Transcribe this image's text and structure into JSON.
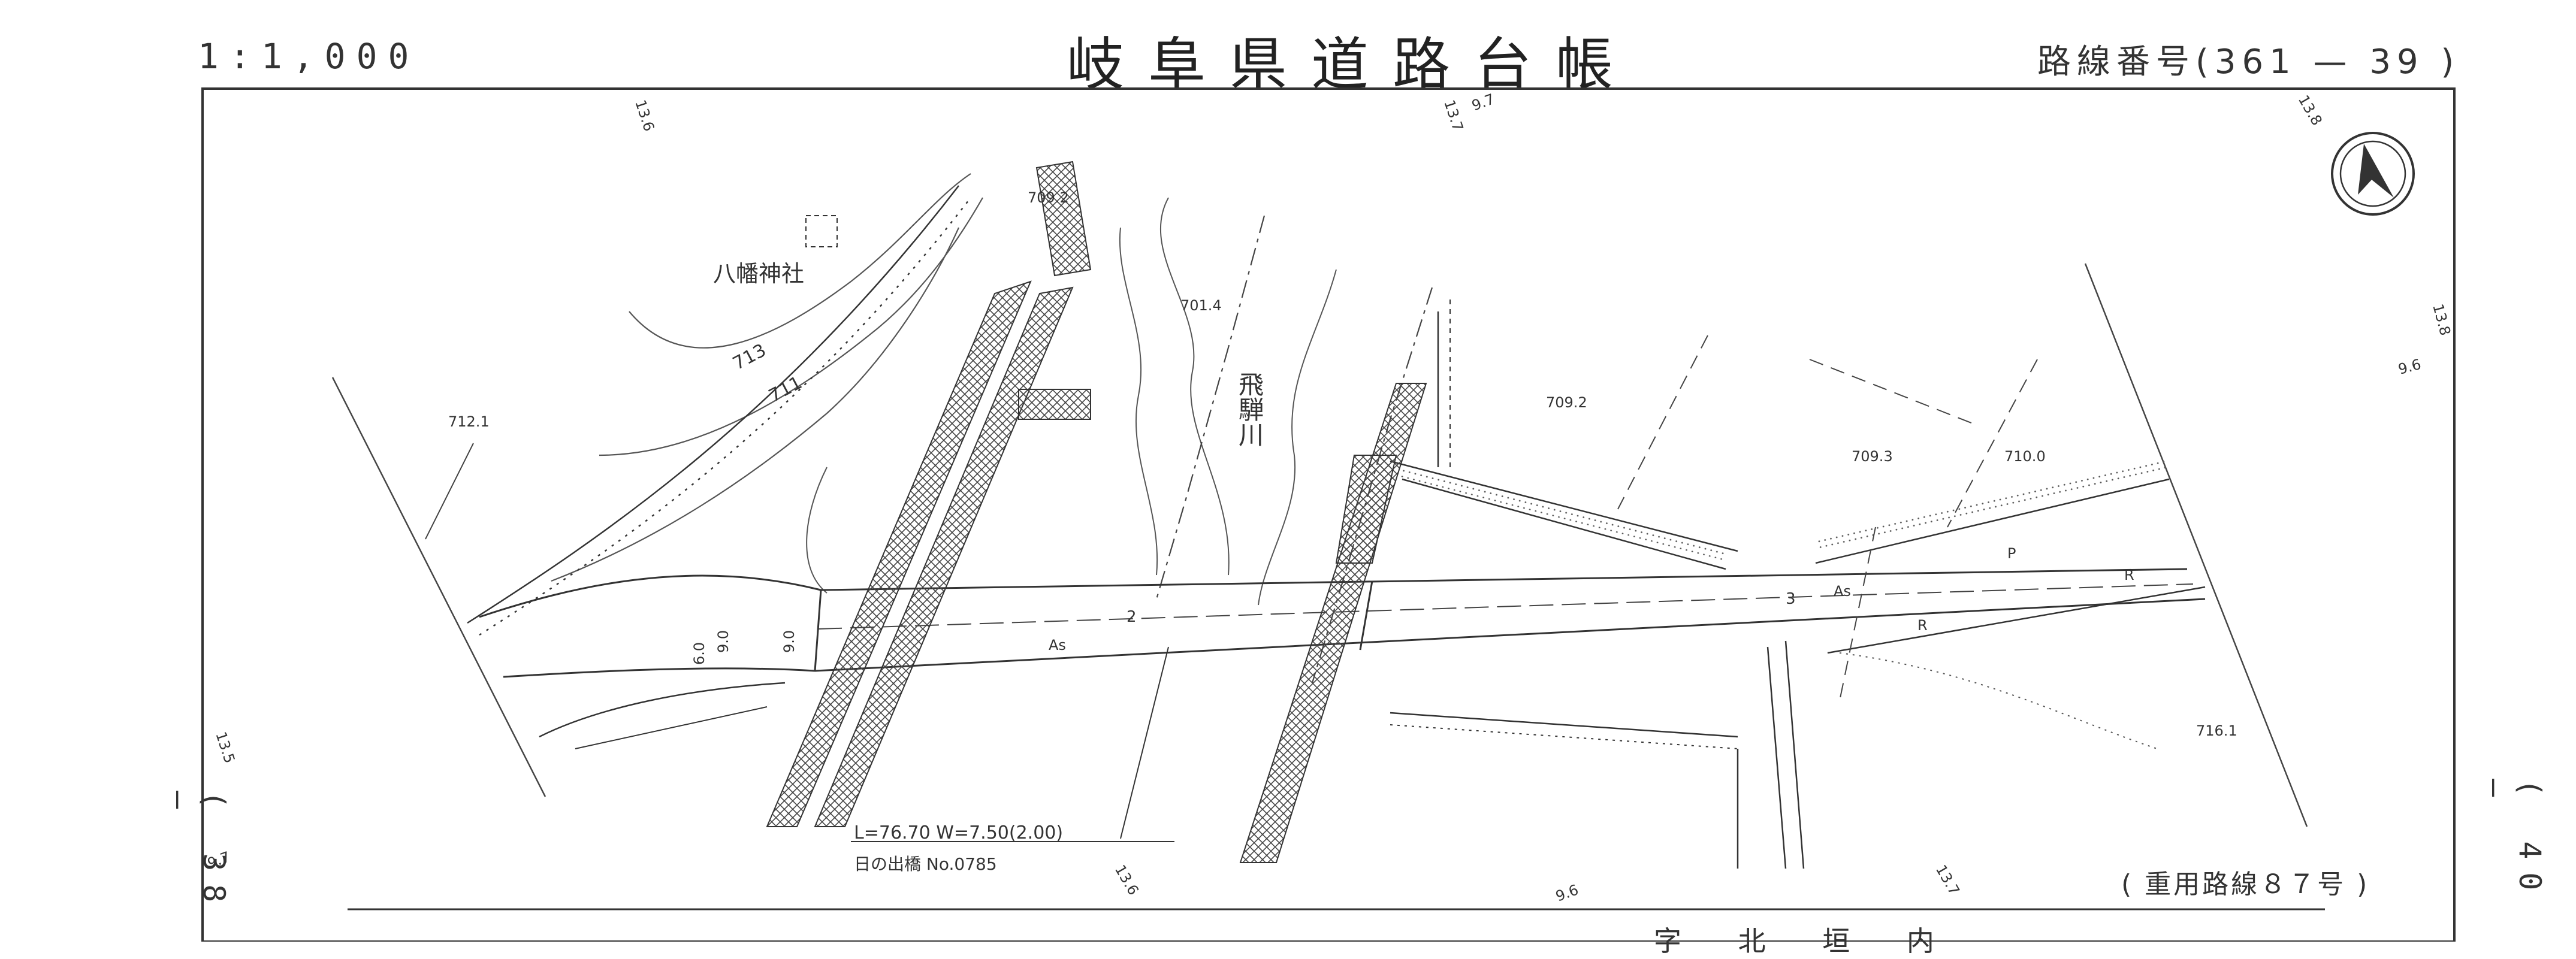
{
  "header": {
    "scale": "1:1,000",
    "title": "岐阜県道路台帳",
    "route": "路線番号(361 — 39 )"
  },
  "sheets": {
    "left": "( 38 —",
    "right": "( 40 —"
  },
  "footnote": "( 重用路線８７号 )",
  "bottom_place": "字 北 垣 内",
  "map": {
    "shrine": "八幡神社",
    "river": "飛騨川",
    "bridge": {
      "dims": "L=76.70   W=7.50(2.00)",
      "name_line": "日の出橋        No.0785"
    },
    "elevations": [
      "709.2",
      "701.4",
      "712.1",
      "709.2",
      "709.3",
      "710.0",
      "716.1"
    ],
    "contours": [
      "713",
      "711"
    ],
    "widths": [
      "6.0",
      "9.0",
      "9.0"
    ],
    "road_marks": [
      "2",
      "As",
      "3",
      "As",
      "P",
      "R",
      "R"
    ],
    "edge_marks": [
      "13.6",
      "13.7",
      "9.7",
      "13.8",
      "13.8",
      "9.6",
      "13.5",
      "9.7",
      "13.6",
      "9.6",
      "13.7"
    ]
  }
}
